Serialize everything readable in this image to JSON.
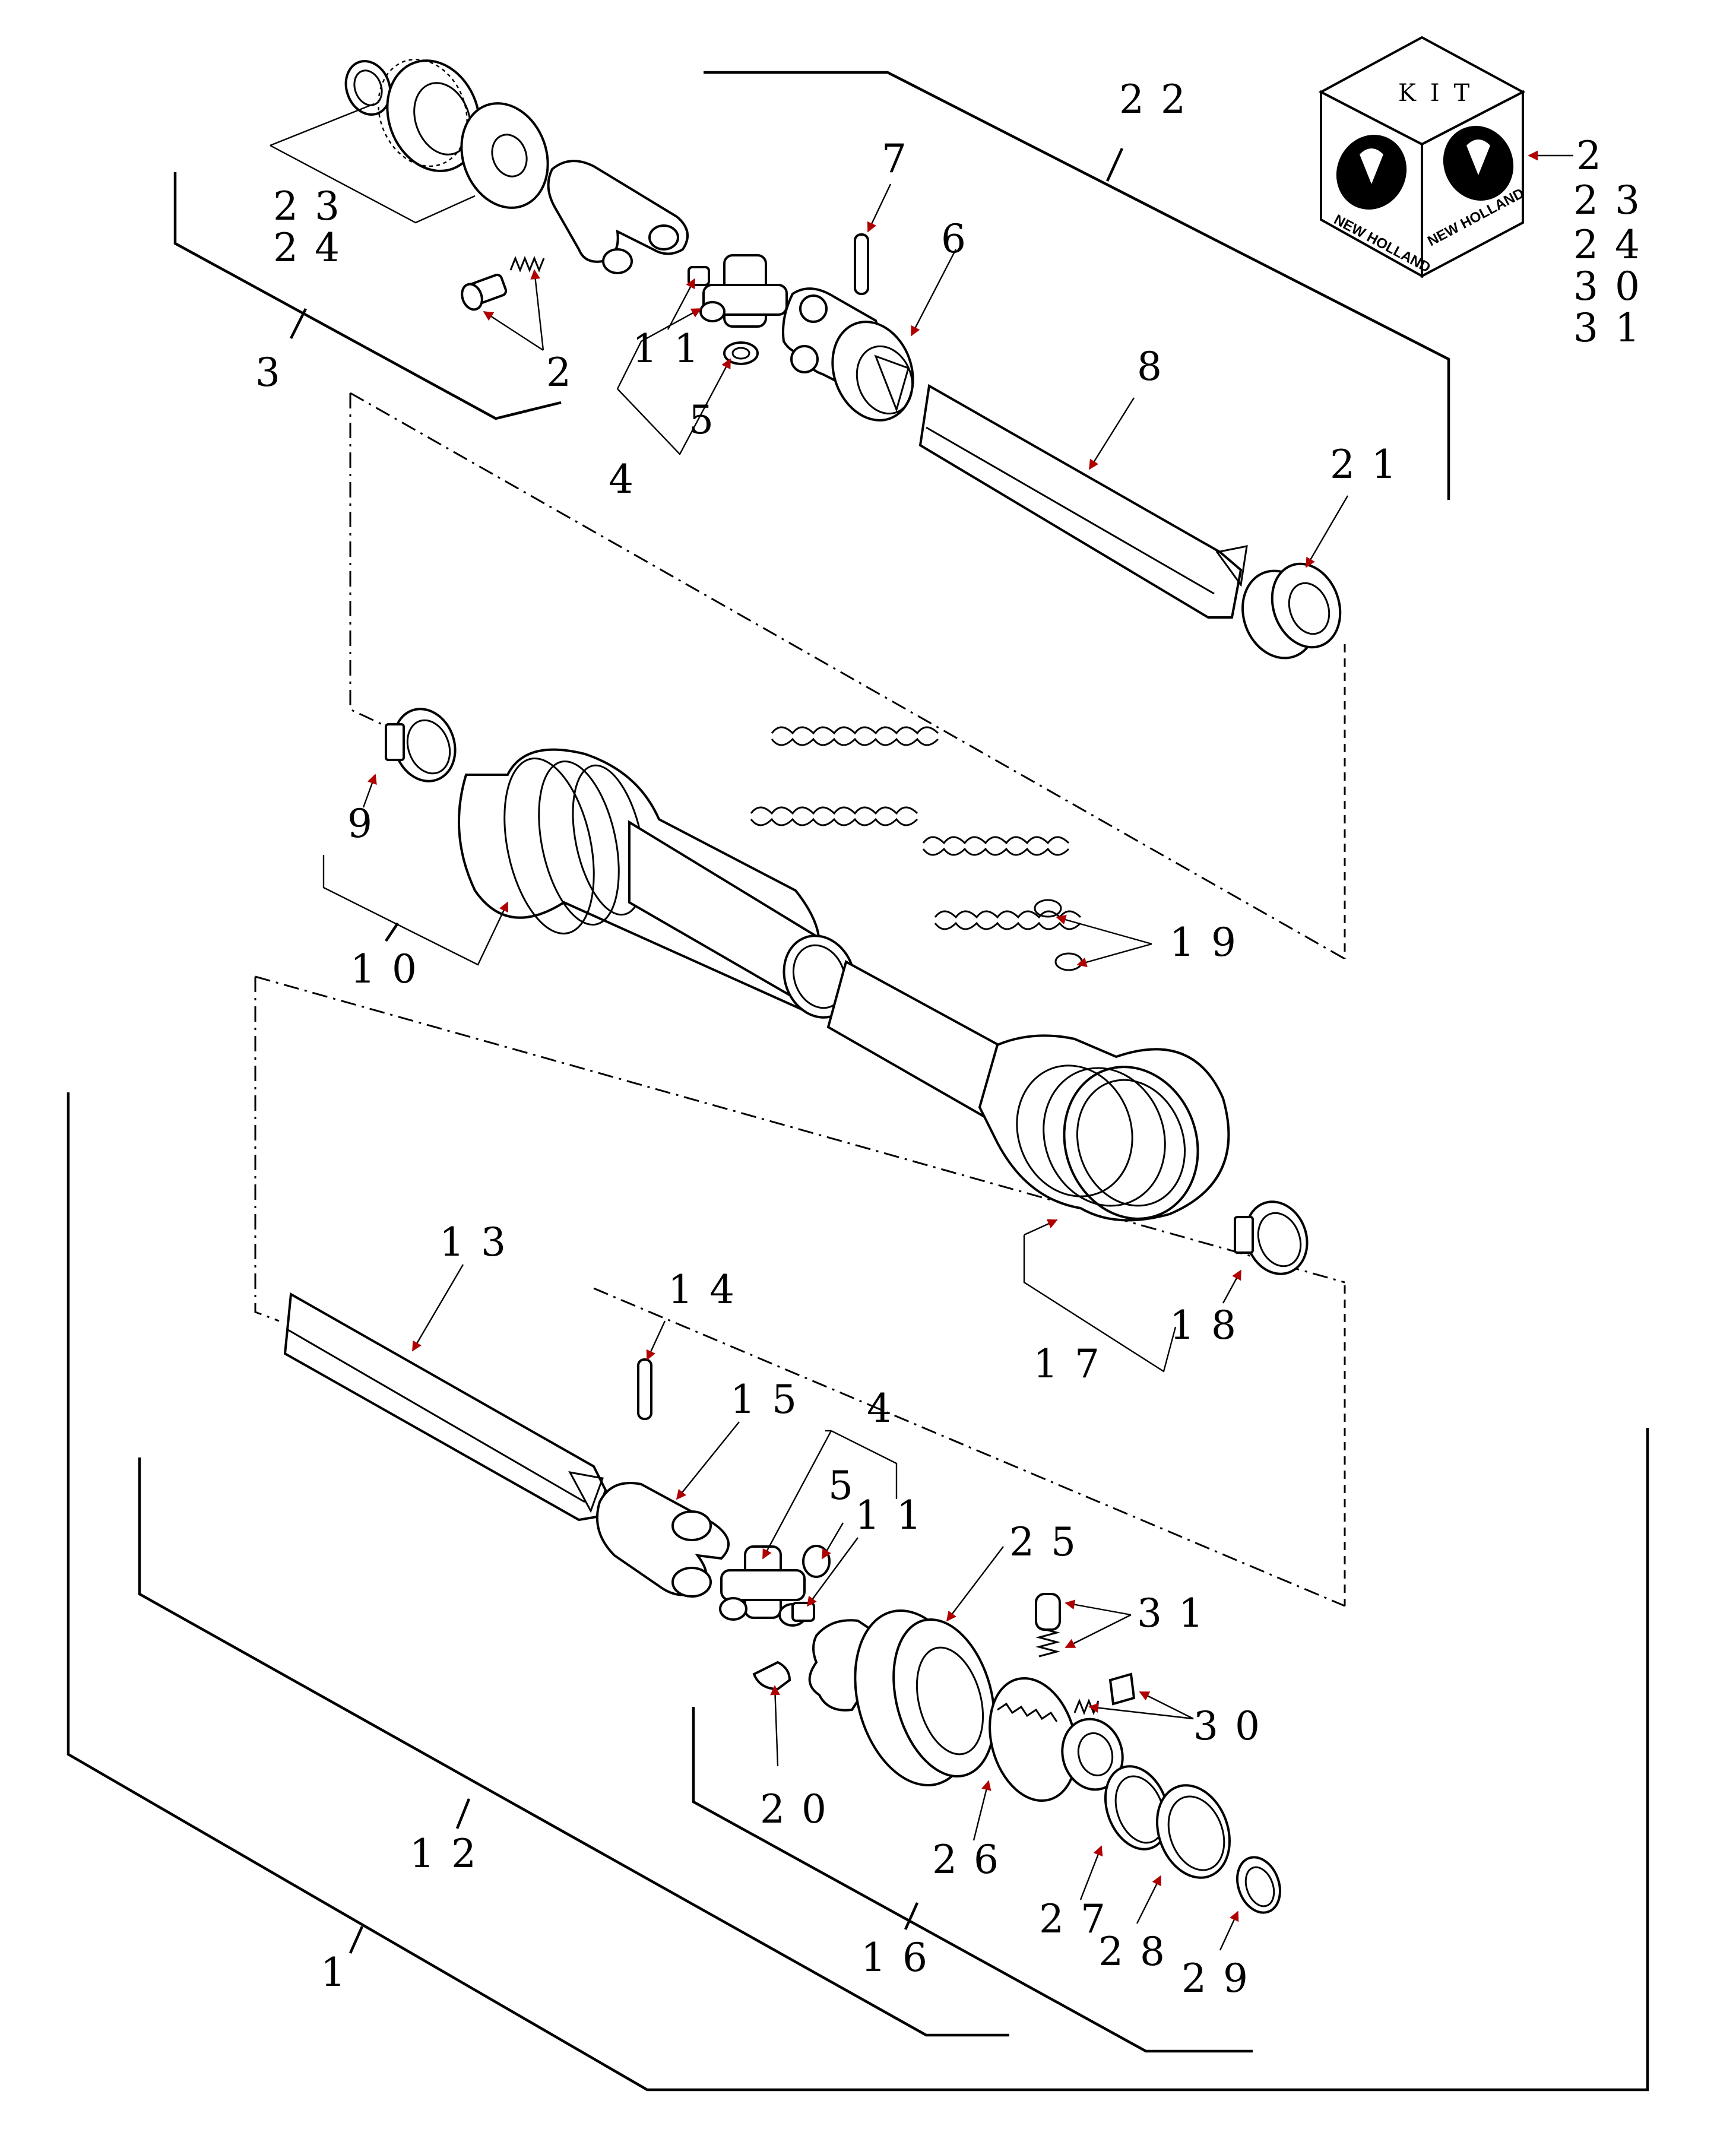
{
  "diagram": {
    "kit_box": {
      "title": "KIT",
      "brand_left": "NEW HOLLAND",
      "brand_right": "NEW HOLLAND",
      "kit_parts": [
        "2",
        "23",
        "24",
        "30",
        "31"
      ]
    },
    "callouts": {
      "c1": "1",
      "c2": "2",
      "c3": "3",
      "c4a": "4",
      "c4b": "4",
      "c5a": "5",
      "c5b": "5",
      "c6": "6",
      "c7": "7",
      "c8": "8",
      "c9": "9",
      "c10": "10",
      "c11a": "11",
      "c11b": "11",
      "c12": "12",
      "c13": "13",
      "c14": "14",
      "c15": "15",
      "c16": "16",
      "c17": "17",
      "c18": "18",
      "c19": "19",
      "c20": "20",
      "c21": "21",
      "c22": "22",
      "c23": "23",
      "c24": "24",
      "c25": "25",
      "c26": "26",
      "c27": "27",
      "c28": "28",
      "c29": "29",
      "c30": "30",
      "c31": "31"
    },
    "arrow_color": "#b00000",
    "line_color": "#000000"
  }
}
